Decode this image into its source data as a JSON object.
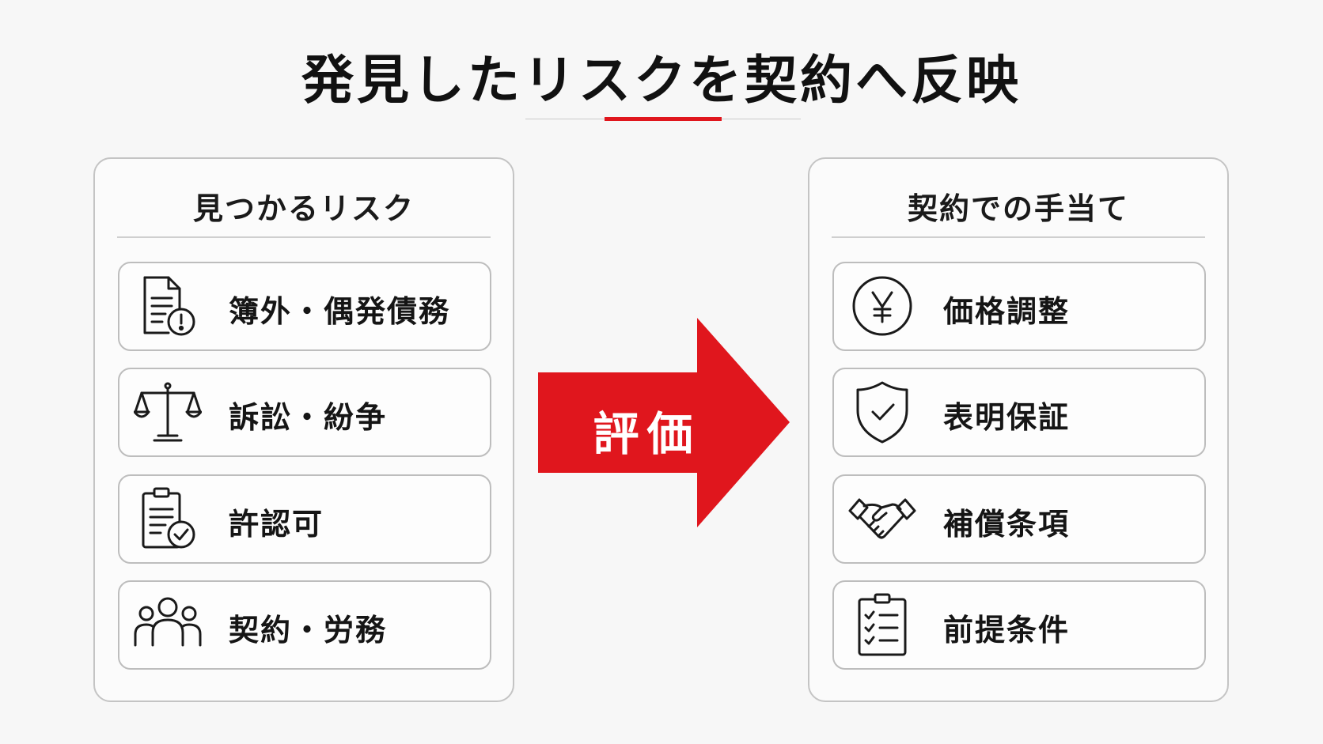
{
  "title": "発見したリスクを契約へ反映",
  "colors": {
    "accent": "#e0161d",
    "text": "#111111",
    "border": "#c4c4c4",
    "background": "#f7f7f7"
  },
  "left_panel": {
    "title": "見つかるリスク",
    "items": [
      {
        "label": "簿外・偶発債務",
        "icon": "document-warning-icon"
      },
      {
        "label": "訴訟・紛争",
        "icon": "scales-icon"
      },
      {
        "label": "許認可",
        "icon": "clipboard-check-icon"
      },
      {
        "label": "契約・労務",
        "icon": "people-group-icon"
      }
    ]
  },
  "arrow": {
    "label": "評価"
  },
  "right_panel": {
    "title": "契約での手当て",
    "items": [
      {
        "label": "価格調整",
        "icon": "yen-icon"
      },
      {
        "label": "表明保証",
        "icon": "shield-check-icon"
      },
      {
        "label": "補償条項",
        "icon": "handshake-icon"
      },
      {
        "label": "前提条件",
        "icon": "checklist-icon"
      }
    ]
  }
}
